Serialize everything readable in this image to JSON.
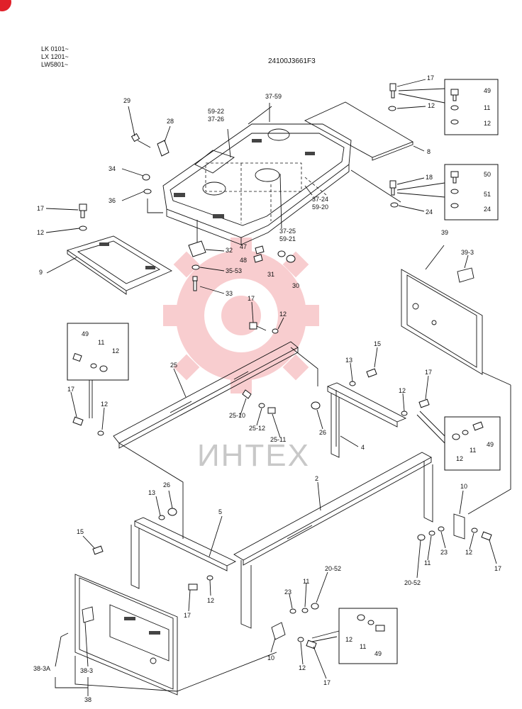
{
  "header": {
    "serials": [
      "LK 0101~",
      "LX 1201~",
      "LW5801~"
    ],
    "drawing_no": "24100J3661F3"
  },
  "watermark": {
    "text": "ИНТЕХ"
  },
  "part_labels": [
    "17",
    "49",
    "12",
    "11",
    "12",
    "37-59",
    "59-22",
    "37-26",
    "29",
    "28",
    "8",
    "34",
    "36",
    "17",
    "12",
    "18",
    "50",
    "51",
    "24",
    "24",
    "37-24",
    "59-20",
    "37-25",
    "59-21",
    "9",
    "32",
    "47",
    "48",
    "35-53",
    "31",
    "30",
    "33",
    "39",
    "39-3",
    "17",
    "12",
    "49",
    "11",
    "12",
    "25",
    "13",
    "15",
    "17",
    "12",
    "25-10",
    "25-12",
    "25-11",
    "26",
    "4",
    "17",
    "12",
    "12",
    "11",
    "49",
    "2",
    "26",
    "13",
    "5",
    "15",
    "10",
    "23",
    "11",
    "12",
    "17",
    "20-52",
    "20-52",
    "17",
    "12",
    "23",
    "11",
    "38-3A",
    "38-3",
    "38",
    "10",
    "12",
    "17",
    "12",
    "11",
    "49"
  ],
  "colors": {
    "line": "#111111",
    "watermark": "#e0202a",
    "watermark_text": "#c8c8c8"
  }
}
